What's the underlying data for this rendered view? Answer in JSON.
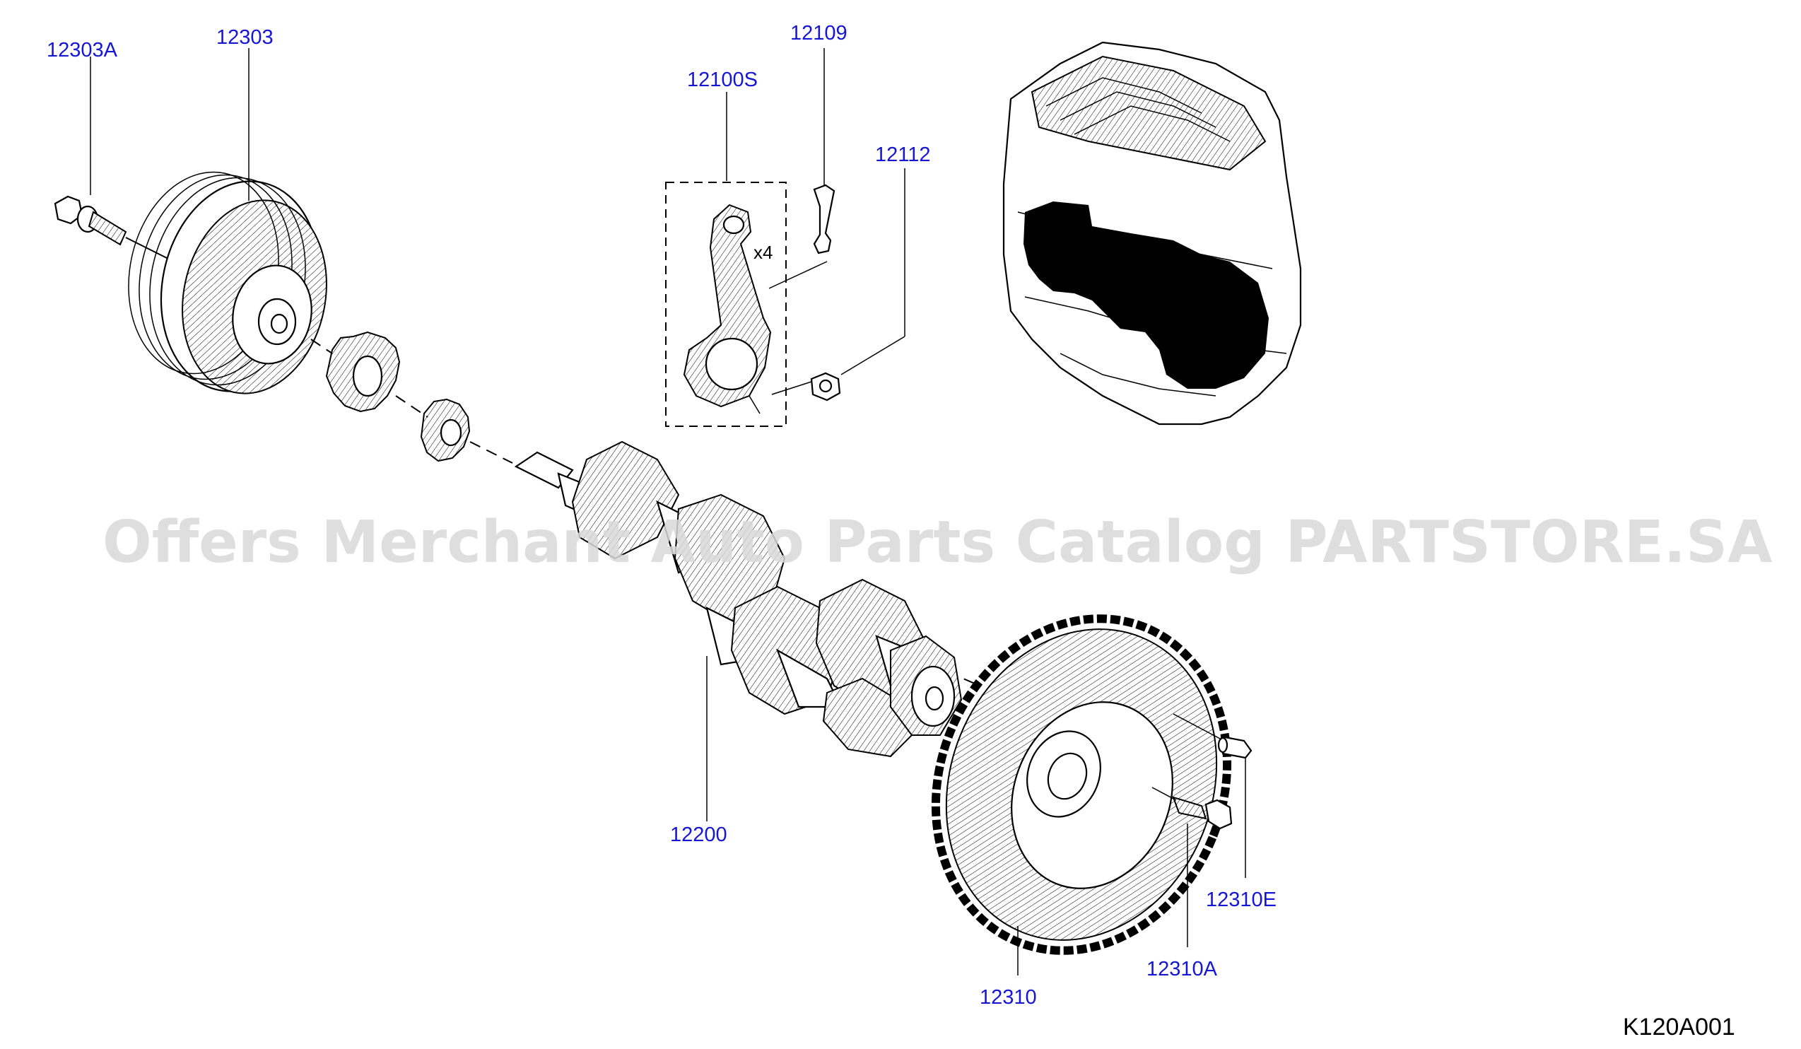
{
  "diagram": {
    "labels": {
      "p12303A": "12303A",
      "p12303": "12303",
      "p12109": "12109",
      "p12100S": "12100S",
      "p12112": "12112",
      "p12200": "12200",
      "p12310": "12310",
      "p12310A": "12310A",
      "p12310E": "12310E"
    },
    "quantity": "x4",
    "diagram_code": "K120A001",
    "watermark": "Offers Merchant Auto Parts Catalog PARTSTORE.SA"
  }
}
